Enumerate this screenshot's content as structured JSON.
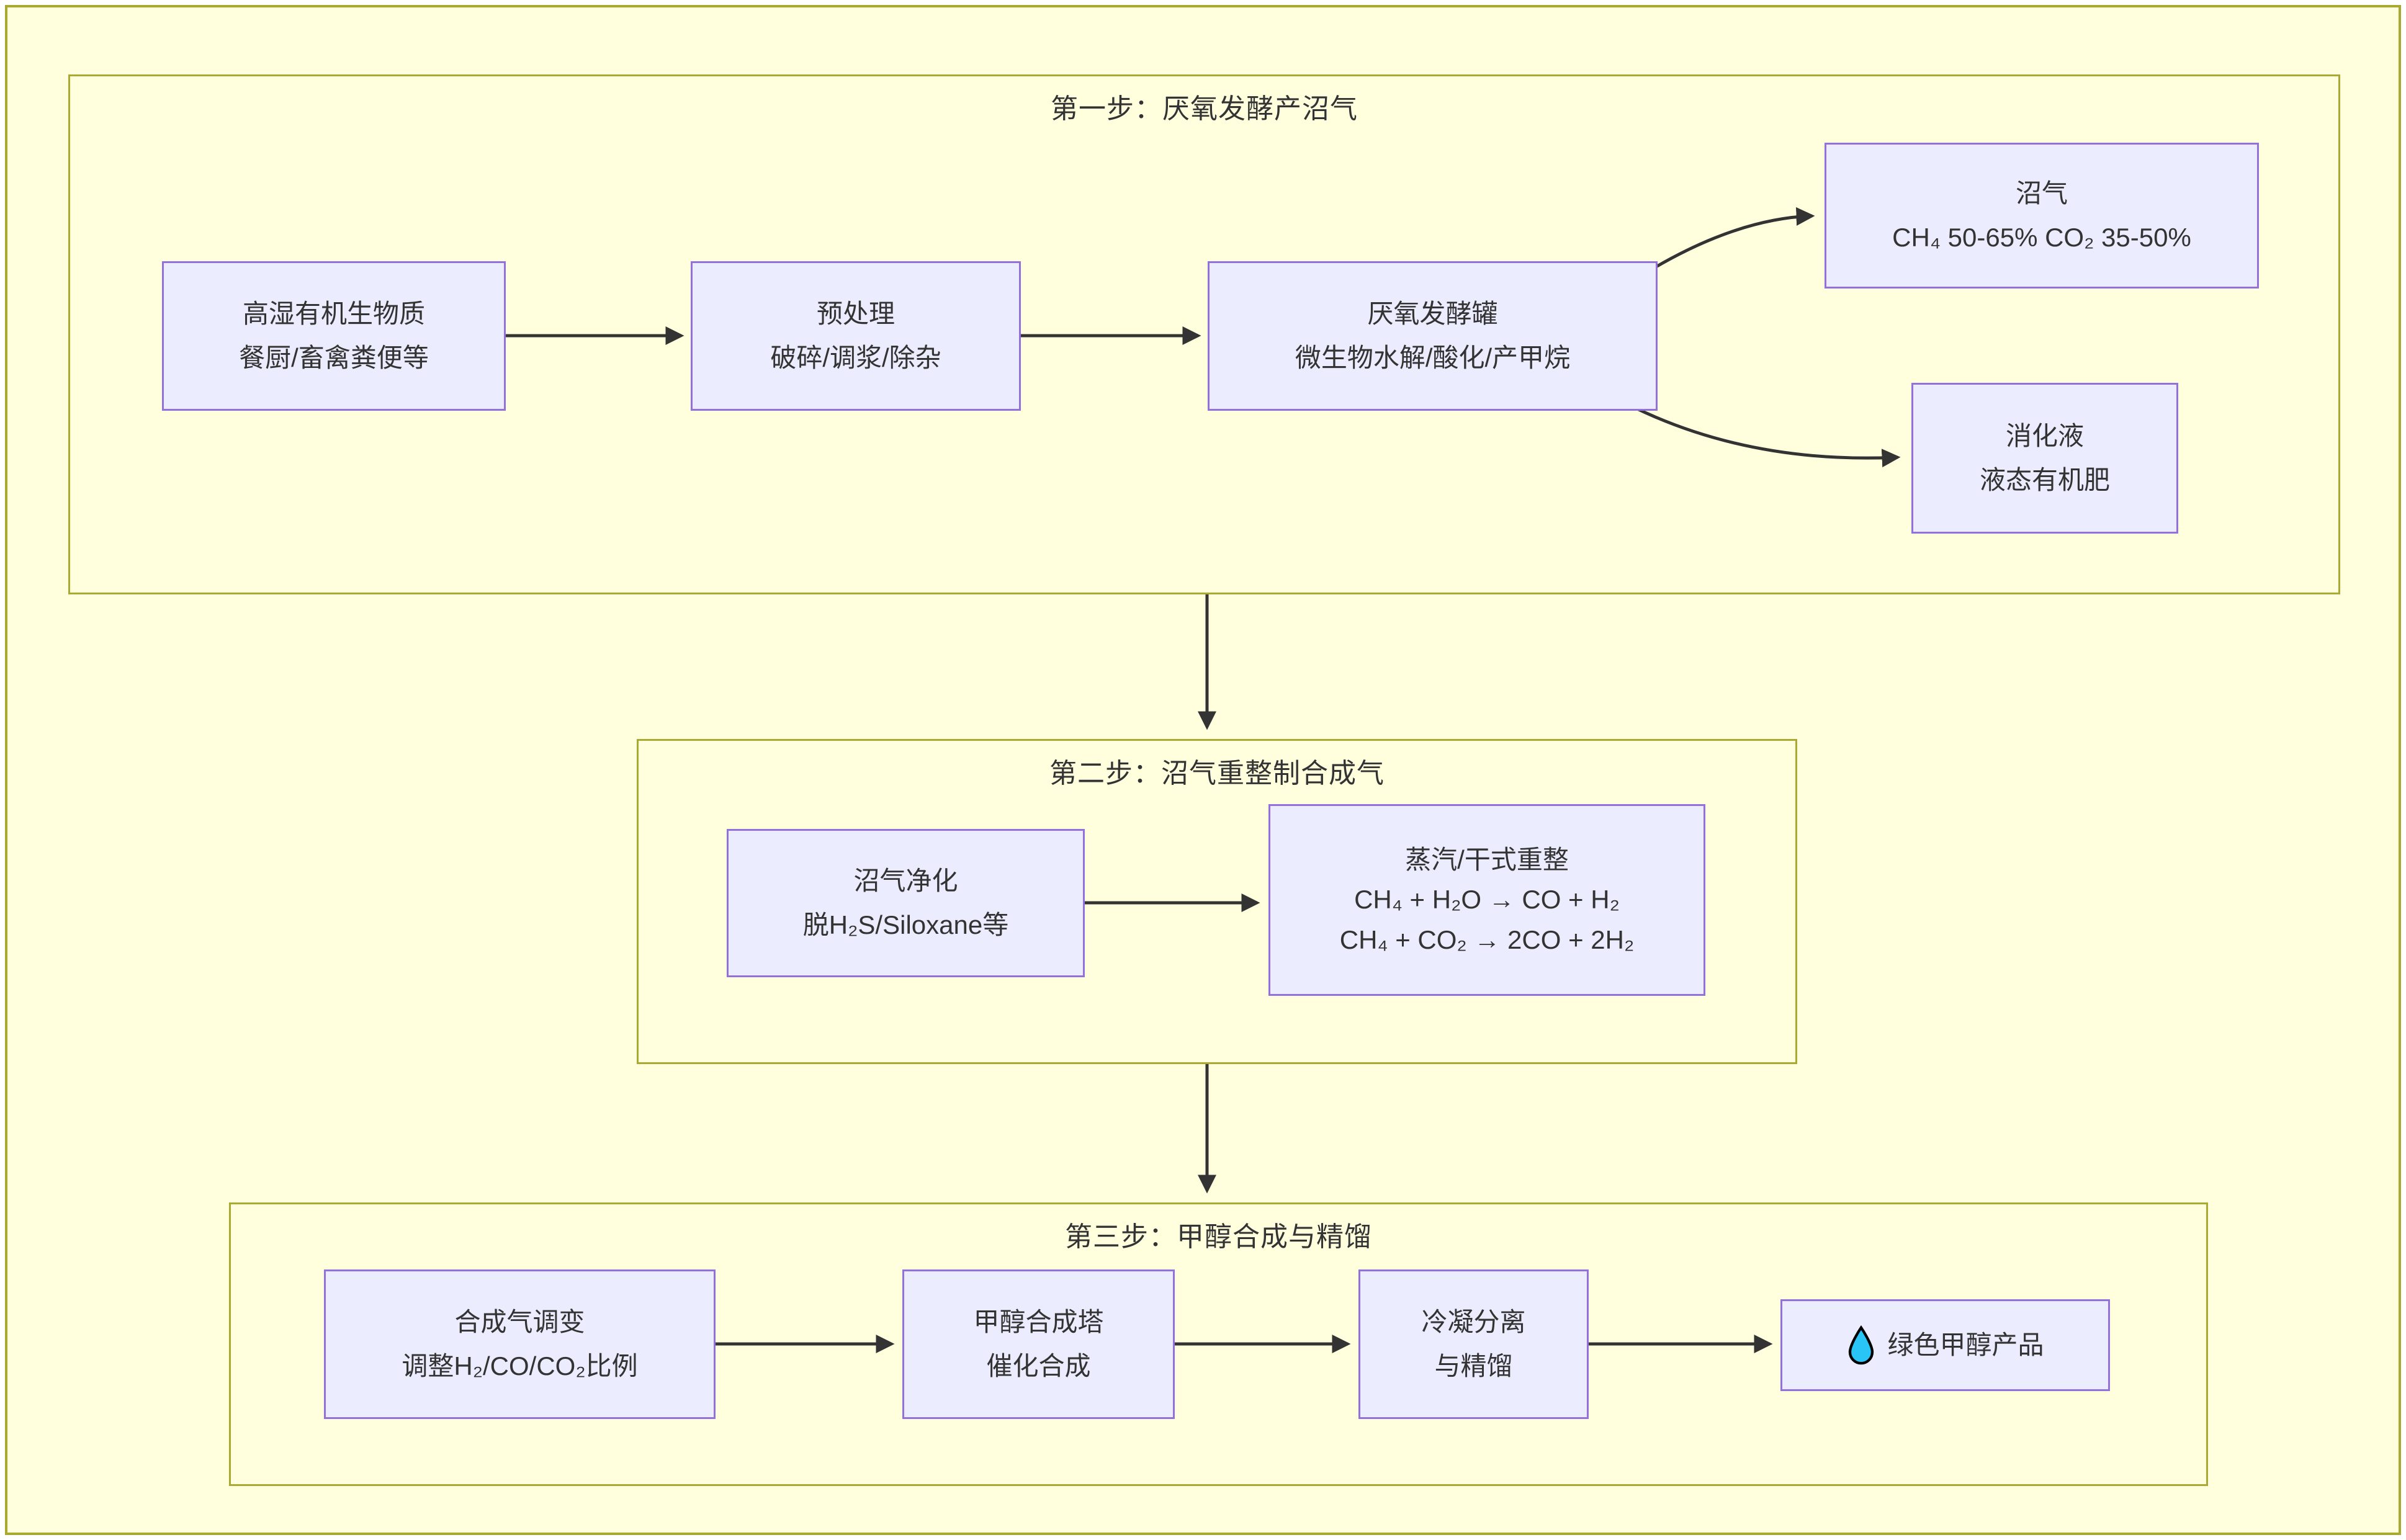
{
  "diagram_type": "flowchart",
  "colors": {
    "background": "#ffffde",
    "node_fill": "#ECECFF",
    "node_border": "#9370DB",
    "cluster_border": "#aaaa33",
    "outer_border": "#a9a932",
    "arrow": "#333333",
    "text": "#333333",
    "droplet": "#29C5F7"
  },
  "sections": [
    {
      "title": "第一步：厌氧发酵产沼气"
    },
    {
      "title": "第二步：沼气重整制合成气"
    },
    {
      "title": "第三步：甲醇合成与精馏"
    }
  ],
  "nodes": {
    "biomass": {
      "line1": "高湿有机生物质",
      "line2": "餐厨/畜禽粪便等"
    },
    "pretreat": {
      "line1": "预处理",
      "line2": "破碎/调浆/除杂"
    },
    "digester": {
      "line1": "厌氧发酵罐",
      "line2": "微生物水解/酸化/产甲烷"
    },
    "biogas": {
      "line1": "沼气",
      "line2": "CH₄ 50-65% CO₂ 35-50%"
    },
    "digestate": {
      "line1": "消化液",
      "line2": "液态有机肥"
    },
    "purification": {
      "line1": "沼气净化",
      "line2": "脱H₂S/Siloxane等"
    },
    "reforming": {
      "line1": "蒸汽/干式重整",
      "line2": "CH₄ + H₂O → CO + H₂",
      "line3": "CH₄ + CO₂ → 2CO + 2H₂"
    },
    "conditioning": {
      "line1": "合成气调变",
      "line2": "调整H₂/CO/CO₂比例"
    },
    "synthesis": {
      "line1": "甲醇合成塔",
      "line2": "催化合成"
    },
    "condensation": {
      "line1": "冷凝分离",
      "line2": "与精馏"
    },
    "product": {
      "label": "绿色甲醇产品",
      "icon": "droplet-icon"
    }
  },
  "edges": [
    "biomass→pretreat",
    "pretreat→digester",
    "digester→biogas",
    "digester→digestate",
    "section1→section2",
    "purification→reforming",
    "section2→section3",
    "conditioning→synthesis",
    "synthesis→condensation",
    "condensation→product"
  ]
}
